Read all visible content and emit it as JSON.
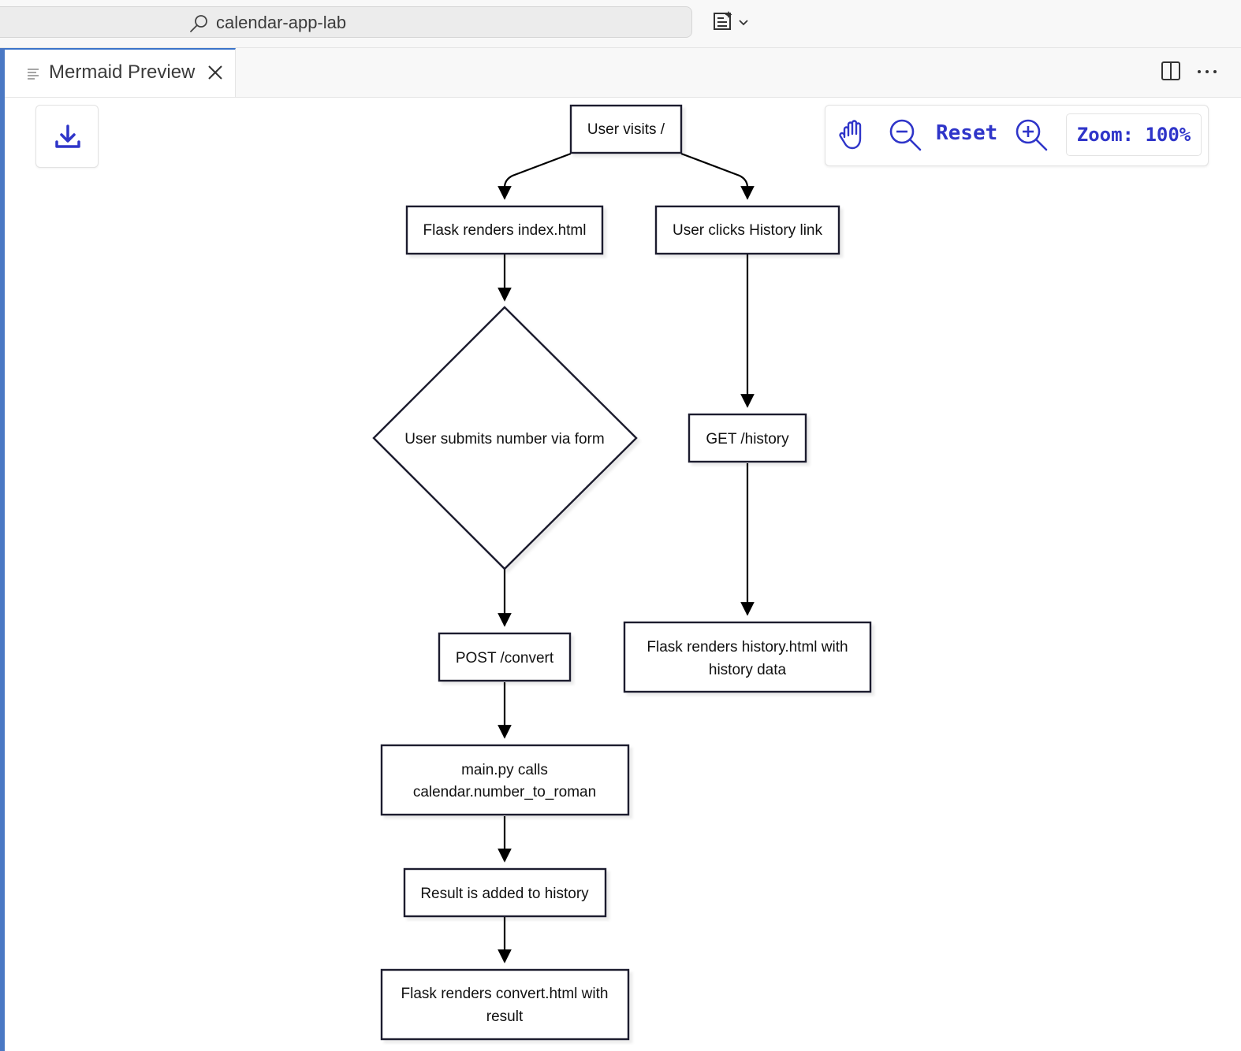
{
  "search": {
    "text": "calendar-app-lab"
  },
  "tab": {
    "label": "Mermaid Preview"
  },
  "zoom_panel": {
    "reset_label": "Reset",
    "zoom_label": "Zoom: 100%"
  },
  "diagram": {
    "nodes": {
      "user_visits": "User visits /",
      "flask_index": "Flask renders index.html",
      "history_link": "User clicks History link",
      "submit_form": "User submits number via form",
      "get_history": "GET /history",
      "post_convert": "POST /convert",
      "history_render_1": "Flask renders history.html with",
      "history_render_2": "history data",
      "main_calls_1": "main.py calls",
      "main_calls_2": "calendar.number_to_roman",
      "result_added": "Result is added to history",
      "convert_render_1": "Flask renders convert.html with",
      "convert_render_2": "result"
    }
  },
  "colors": {
    "accent": "#2f35c9",
    "tab_border": "#3b73c9"
  }
}
